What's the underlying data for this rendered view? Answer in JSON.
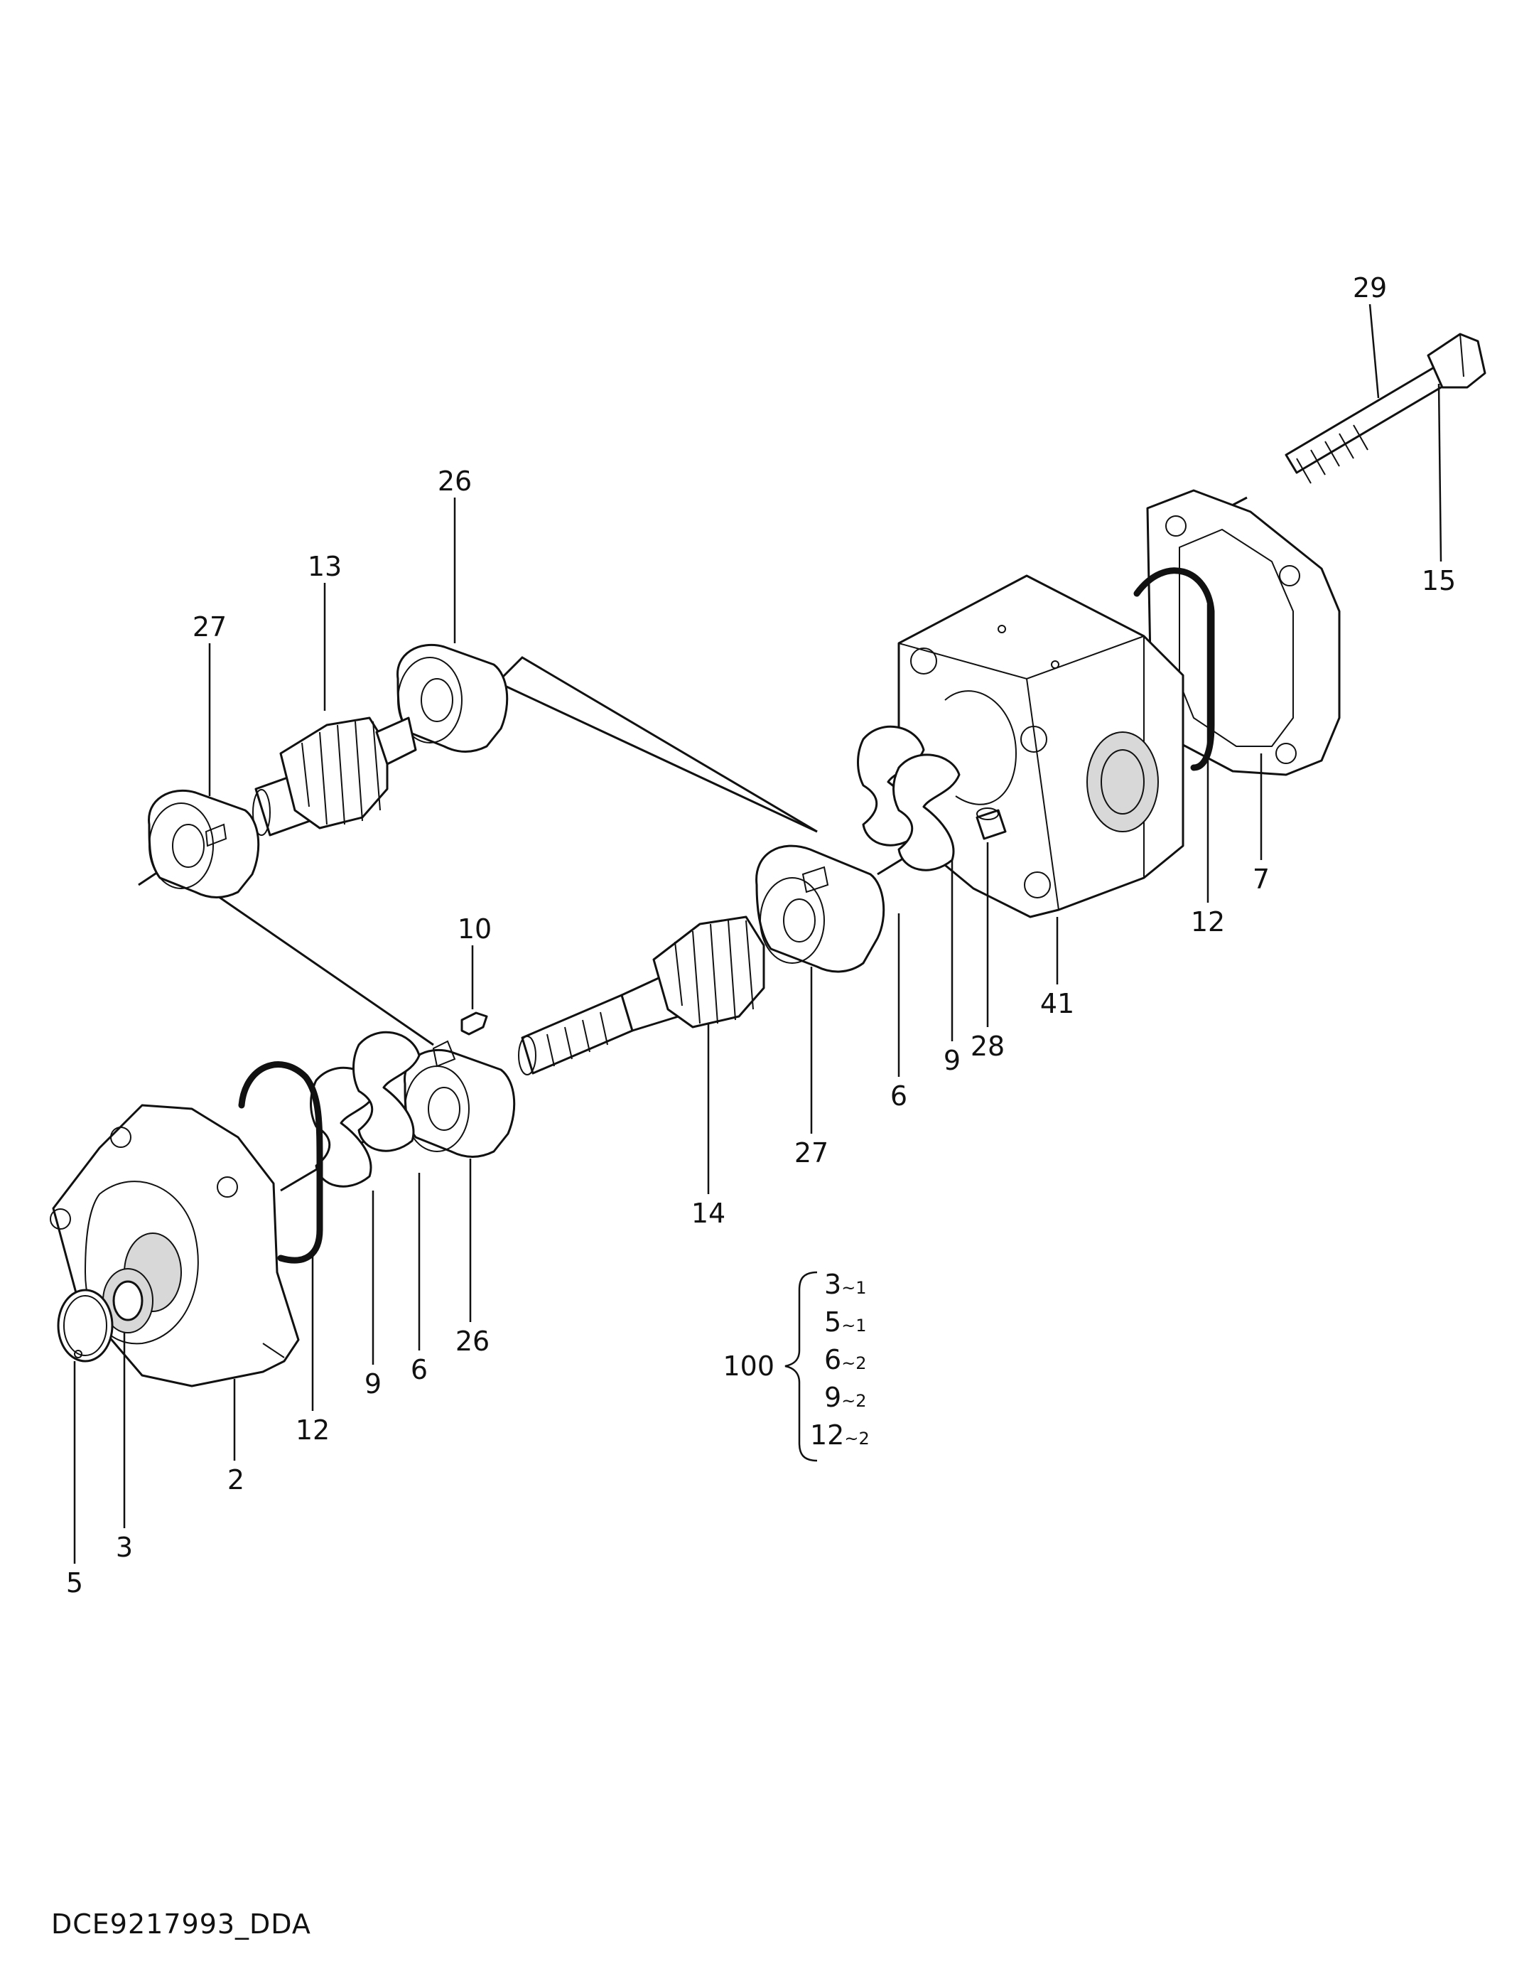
{
  "callouts": {
    "c29": "29",
    "c15": "15",
    "c26_top": "26",
    "c13": "13",
    "c27_top": "27",
    "c7": "7",
    "c12_right": "12",
    "c41": "41",
    "c10": "10",
    "c28": "28",
    "c9_right": "9",
    "c6_right": "6",
    "c27_mid": "27",
    "c14": "14",
    "c26_bottom": "26",
    "c6_left": "6",
    "c9_left": "9",
    "c12_left": "12",
    "c2": "2",
    "c3": "3",
    "c5": "5"
  },
  "kit": {
    "number": "100",
    "items": [
      {
        "part": "3",
        "qty": "~1"
      },
      {
        "part": "5",
        "qty": "~1"
      },
      {
        "part": "6",
        "qty": "~2"
      },
      {
        "part": "9",
        "qty": "~2"
      },
      {
        "part": "12",
        "qty": "~2"
      }
    ]
  },
  "ref_code": "DCE9217993_DDA"
}
